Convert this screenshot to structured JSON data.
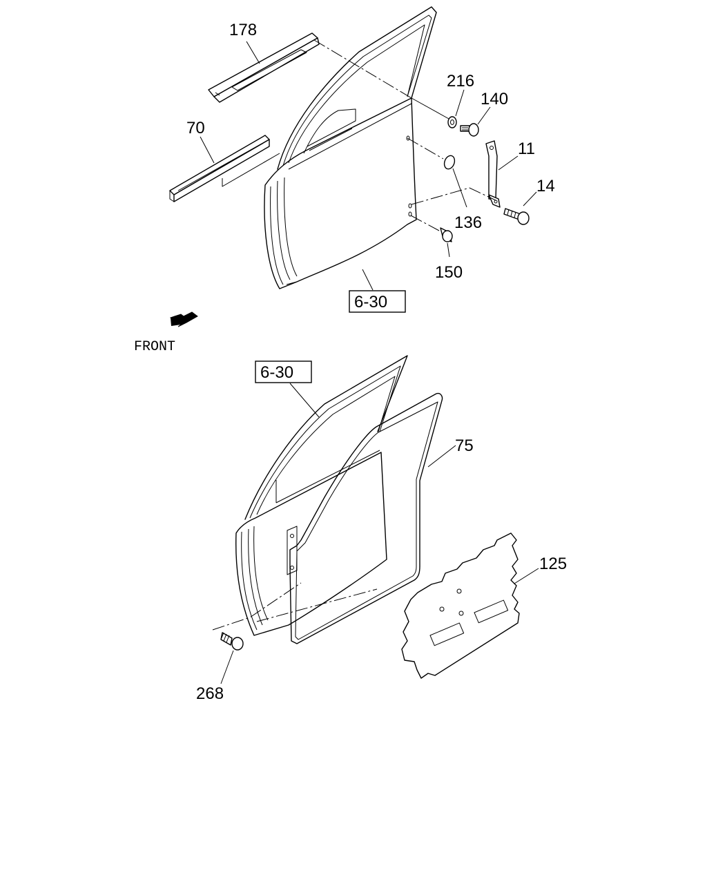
{
  "labels": {
    "p178": "178",
    "p70": "70",
    "p216": "216",
    "p140": "140",
    "p11": "11",
    "p14": "14",
    "p136": "136",
    "p150": "150",
    "ref_top": "6-30",
    "front": "FRONT",
    "ref_bottom": "6-30",
    "p75": "75",
    "p125": "125",
    "p268": "268"
  }
}
